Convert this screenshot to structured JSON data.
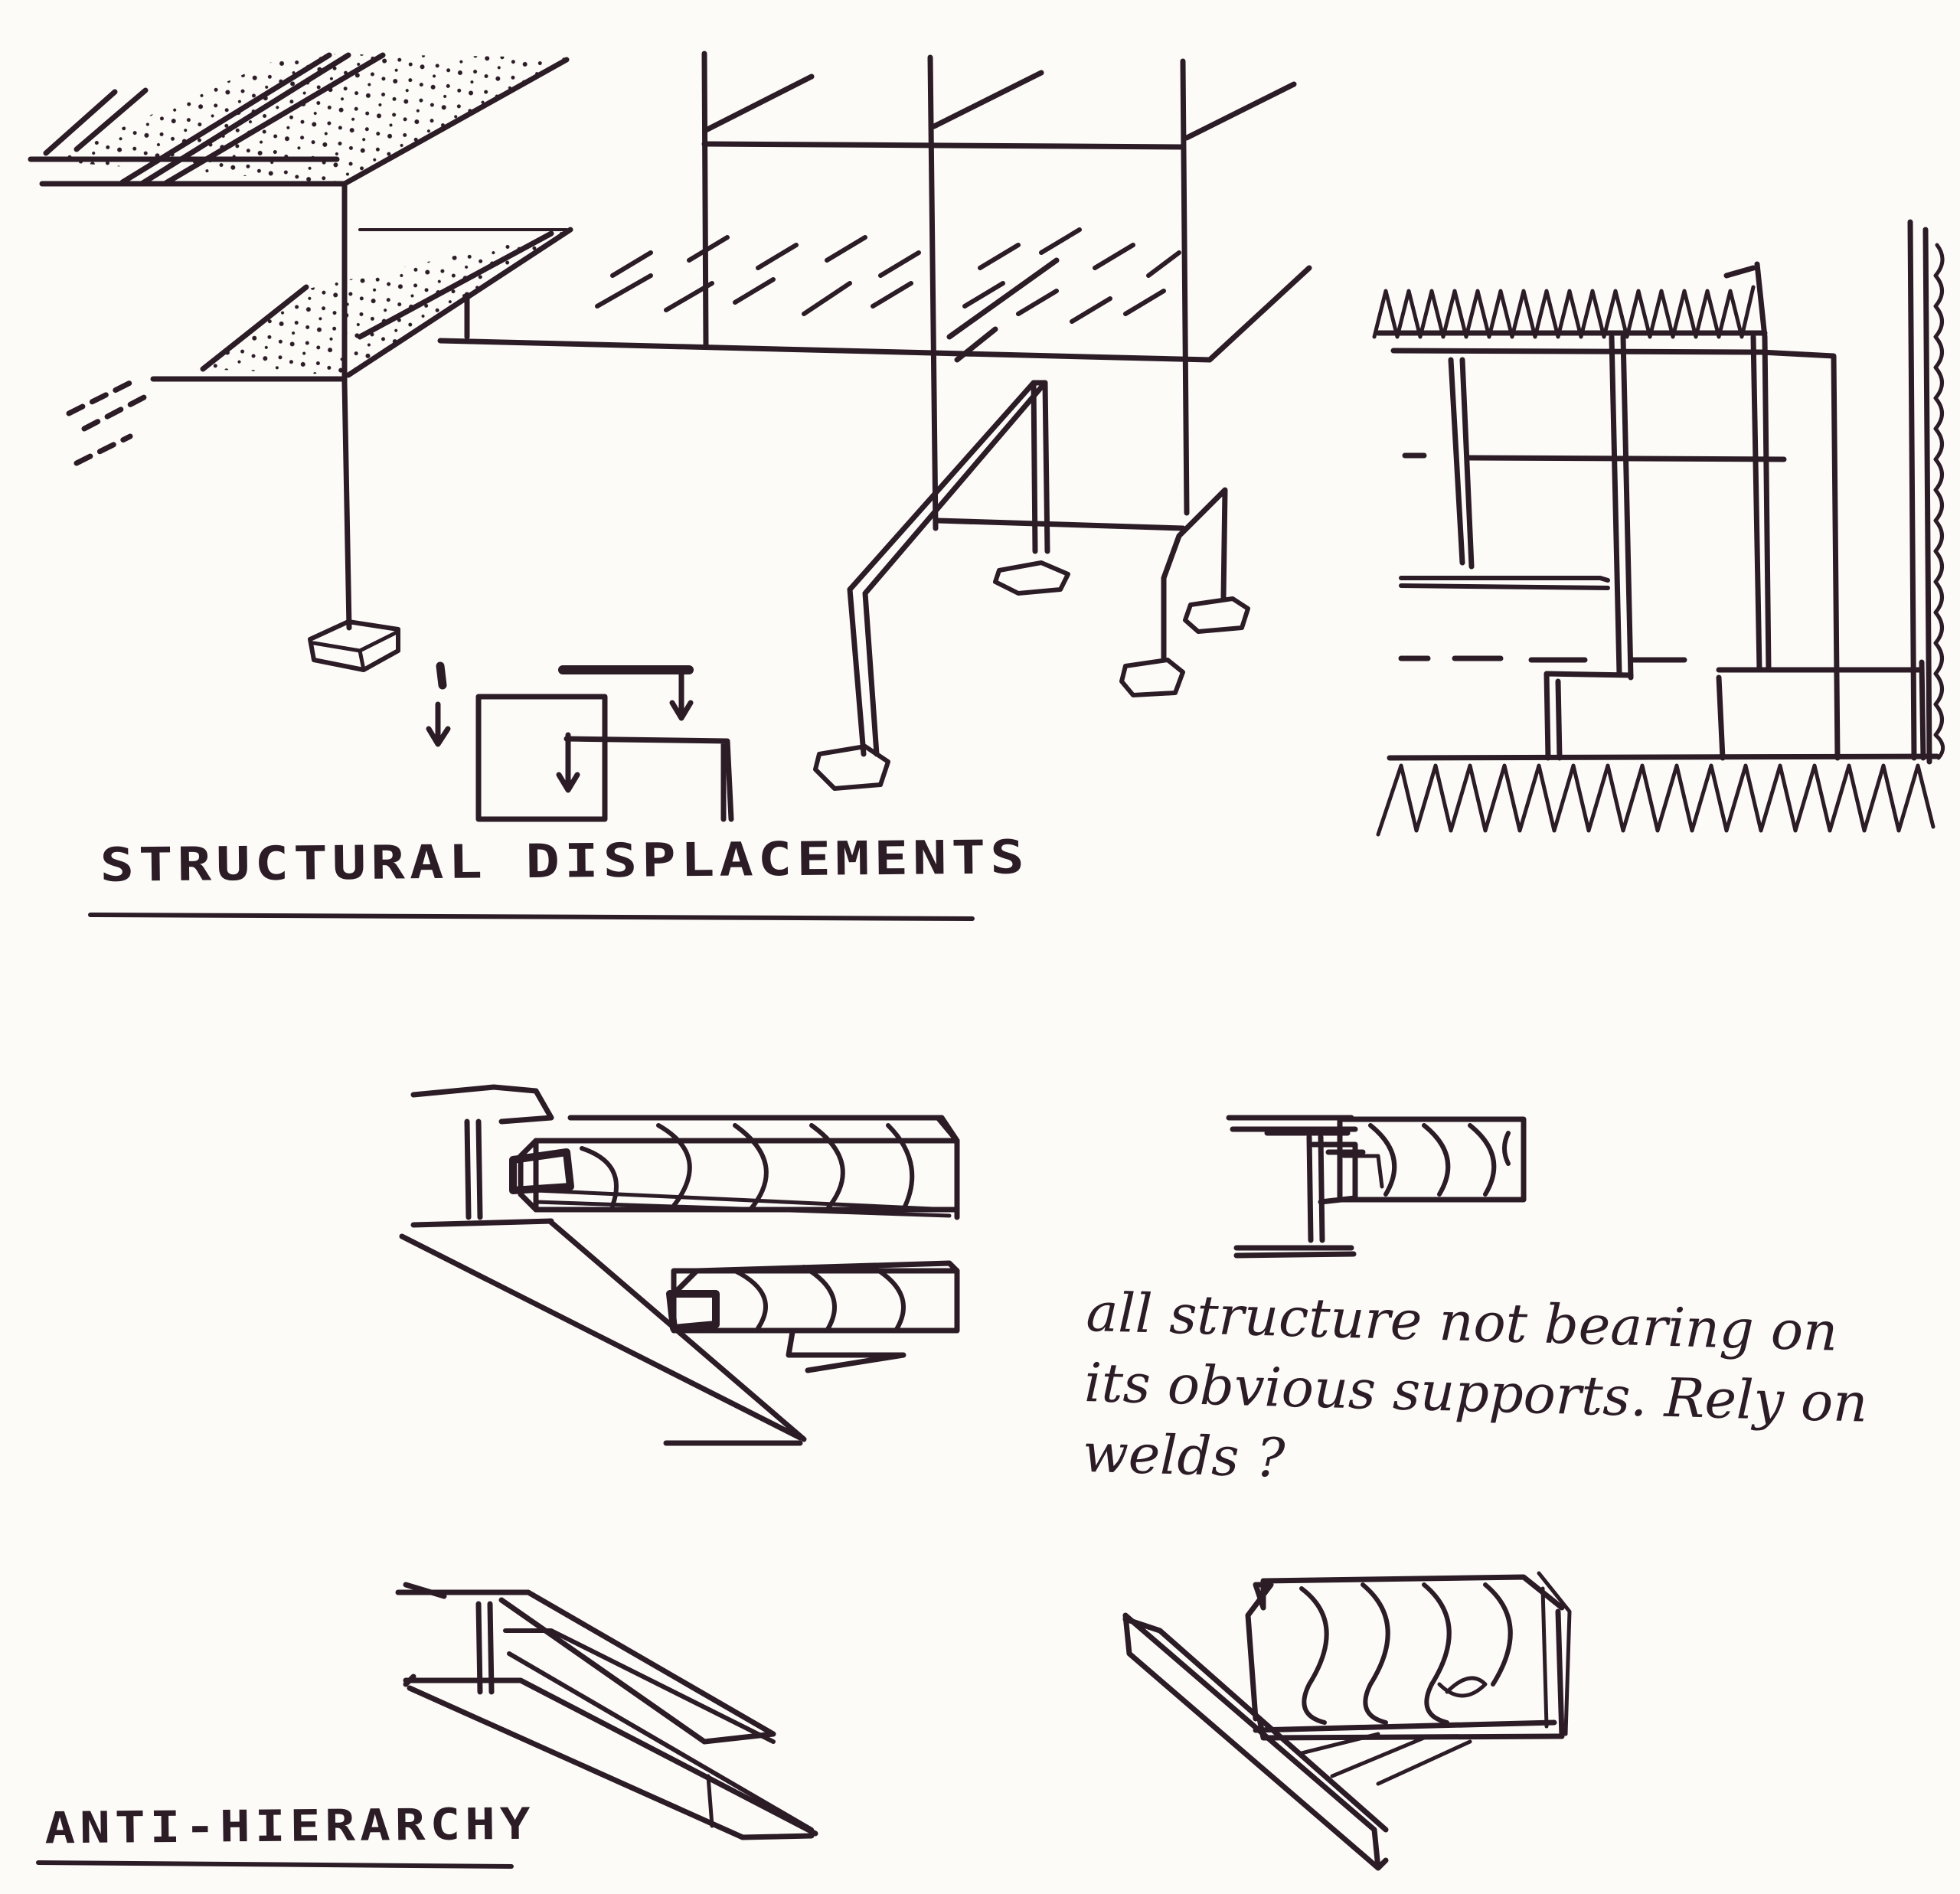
{
  "sketch": {
    "title_top": "STRUCTURAL DISPLACEMENTS",
    "title_bottom": "ANTI-HIERARCHY",
    "note": "all structure not bearing on its obvious supports. Rely on welds ?"
  },
  "colors": {
    "paper": "#fcfbf8",
    "ink": "#2b1c26"
  },
  "icons": {
    "hatch": "wood-grain-icon",
    "support": "footing-icon",
    "arrow": "down-arrow-icon"
  }
}
